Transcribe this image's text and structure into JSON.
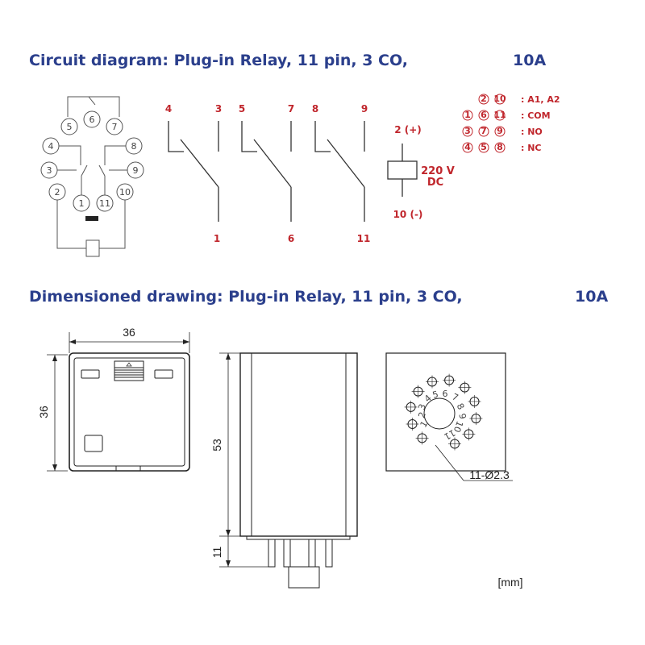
{
  "circuit_title": {
    "text": "Circuit diagram: Plug-in Relay,  11 pin,  3 CO,",
    "rating": "10A"
  },
  "dimension_title": {
    "text": "Dimensioned drawing: Plug-in Relay,  11 pin,  3 CO,",
    "rating": "10A"
  },
  "socket_pins": [
    "1",
    "2",
    "3",
    "4",
    "5",
    "6",
    "7",
    "8",
    "9",
    "10",
    "11"
  ],
  "contacts": [
    {
      "nc": "4",
      "no": "3",
      "com": "1"
    },
    {
      "nc": "5",
      "no": "7",
      "com": "6"
    },
    {
      "nc": "8",
      "no": "9",
      "com": "11"
    }
  ],
  "coil": {
    "plus": "2 (+)",
    "minus": "10 (-)",
    "voltage": "220 V",
    "type": "DC"
  },
  "legend": [
    {
      "pins": [
        "2",
        "10"
      ],
      "label": ": A1, A2"
    },
    {
      "pins": [
        "1",
        "6",
        "11"
      ],
      "label": ": COM"
    },
    {
      "pins": [
        "3",
        "7",
        "9"
      ],
      "label": ": NO"
    },
    {
      "pins": [
        "4",
        "5",
        "8"
      ],
      "label": ": NC"
    }
  ],
  "dimensions": {
    "width": "36",
    "height": "36",
    "body_height": "53",
    "pin_length": "11",
    "hole_callout": "11-Ø2.3",
    "unit": "[mm]"
  },
  "bottom_pin_labels": [
    "1",
    "2",
    "3",
    "4",
    "5",
    "6",
    "7",
    "8",
    "9",
    "10",
    "11"
  ],
  "colors": {
    "heading": "#2b3f8c",
    "label_red": "#c0262c",
    "line": "#444444"
  }
}
